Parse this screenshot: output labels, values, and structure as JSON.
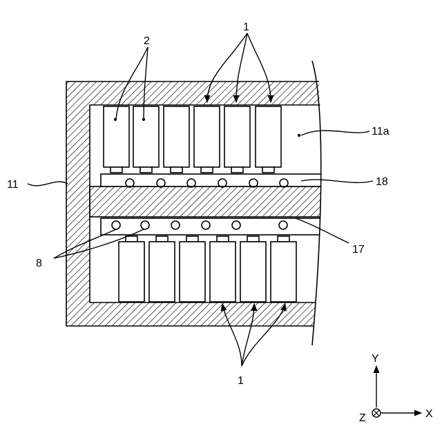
{
  "labels": {
    "battery_top": "1",
    "battery_bottom": "1",
    "tab": "2",
    "space": "11a",
    "case": "11",
    "busbar_top": "18",
    "busbar_bottom": "17",
    "terminal": "8"
  },
  "axes": {
    "y": "Y",
    "x": "X",
    "z": "Z"
  }
}
